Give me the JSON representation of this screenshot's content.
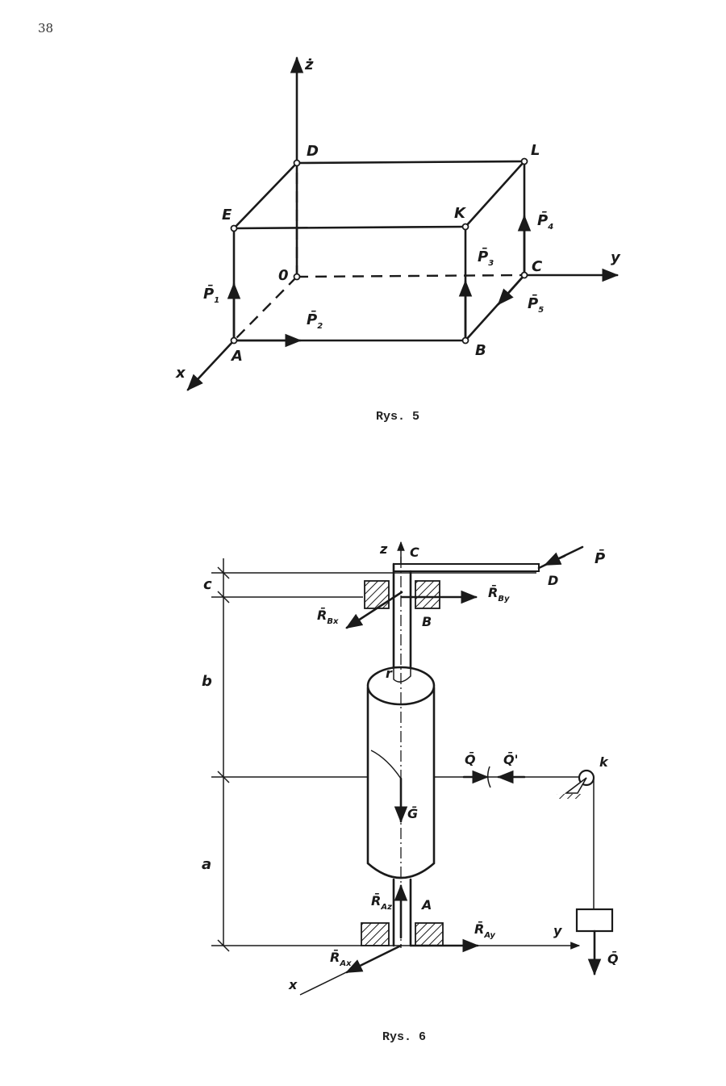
{
  "page_number": "38",
  "fig5": {
    "caption": "Rys. 5",
    "axes": {
      "x": "x",
      "y": "y",
      "z": "ż"
    },
    "points": {
      "O": "0",
      "A": "A",
      "B": "B",
      "C": "C",
      "D": "D",
      "E": "E",
      "K": "K",
      "L": "L"
    },
    "forces": {
      "P1": "P̄",
      "P1_sub": "1",
      "P2": "P̄",
      "P2_sub": "2",
      "P3": "P̄",
      "P3_sub": "3",
      "P4": "P̄",
      "P4_sub": "4",
      "P5": "P̄",
      "P5_sub": "5"
    }
  },
  "fig6": {
    "caption": "Rys. 6",
    "axes": {
      "x": "x",
      "y": "y",
      "z": "z"
    },
    "points": {
      "A": "A",
      "B": "B",
      "C": "C",
      "D": "D",
      "K": "k",
      "r": "r"
    },
    "dims": {
      "a": "a",
      "b": "b",
      "c": "c"
    },
    "forces": {
      "P": "P̄",
      "RBy": "R̄",
      "RBy_sub": "By",
      "RBx": "R̄",
      "RBx_sub": "Bx",
      "Q": "Q̄",
      "Qp": "Q̄'",
      "Q_hang": "Q̄",
      "G": "Ḡ",
      "RAz": "R̄",
      "RAz_sub": "Az",
      "RAy": "R̄",
      "RAy_sub": "Ay",
      "RAx": "R̄",
      "RAx_sub": "Ax"
    }
  }
}
